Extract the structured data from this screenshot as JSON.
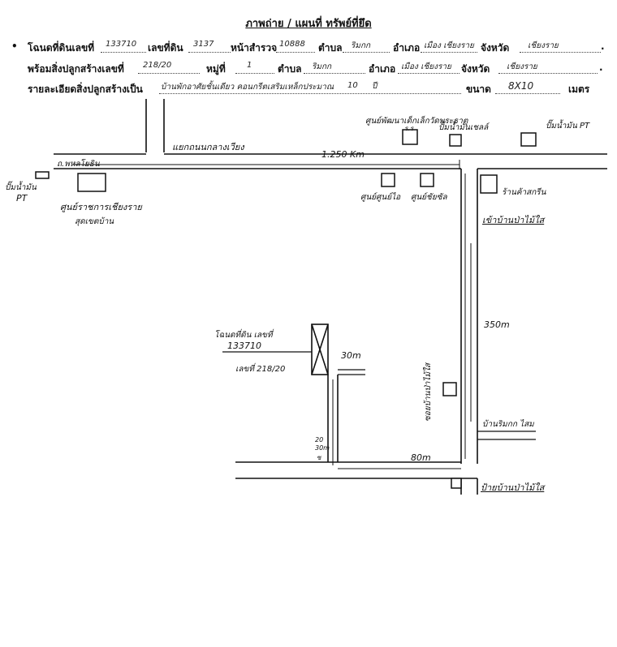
{
  "title": "ภาพถ่าย / แผนที่ ทรัพย์ที่ยึด",
  "form": {
    "bullet": "•",
    "line1": {
      "l_deed": "โฉนดที่ดินเลขที่",
      "v_deed": "133710",
      "l_land_no": "เลขที่ดิน",
      "v_land_no": "3137",
      "l_survey": "หน้าสำรวจ",
      "v_survey": "10888",
      "l_tambon": "ตำบล",
      "v_tambon": "ริมกก",
      "l_amphoe": "อำเภอ",
      "v_amphoe": "เมือง เชียงราย",
      "l_changwat": "จังหวัด",
      "v_changwat": "เชียงราย",
      "end": "."
    },
    "line2": {
      "l_building": "พร้อมสิ่งปลูกสร้างเลขที่",
      "v_building": "218/20",
      "l_moo": "หมู่ที่",
      "v_moo": "1",
      "l_tambon": "ตำบล",
      "v_tambon": "ริมกก",
      "l_amphoe": "อำเภอ",
      "v_amphoe": "เมือง เชียงราย",
      "l_changwat": "จังหวัด",
      "v_changwat": "เชียงราย",
      "end": "."
    },
    "line3": {
      "l_detail": "รายละเอียดสิ่งปลูกสร้างเป็น",
      "v_detail": "บ้านพักอาศัยชั้นเดียว คอนกรีตเสริมเหล็กประมาณ",
      "v_age": "10",
      "v_age_unit": "ปี",
      "l_size": "ขนาด",
      "v_size": "8X10",
      "l_unit": "เมตร"
    }
  },
  "map": {
    "labels": {
      "kindergarten": "ศูนย์พัฒนาเด็กเล็กวัดพระธาตุ",
      "kindergarten2": "ร.ร",
      "gas_station_1": "ปั๊มน้ำมันเชลล์",
      "gas_station_pt_top": "ปั๊มน้ำมัน PT",
      "ring_road": "แยกถนนกลางเวียง",
      "distance_main": "1.250 Km",
      "road_name": "ถ.พหลโยธิน",
      "pt_left_1": "ปั๊มน้ำมัน",
      "pt_left_2": "PT",
      "hospital_1": "ศูนย์ราชการเชียงราย",
      "hospital_2": "สุดเขตบ้าน",
      "shop_1": "ศูนย์ศูนย์ไอ",
      "shop_2": "ศูนย์ชัยซัล",
      "shop_right": "ร้านค้าสกรีน",
      "village_1": "เข้าบ้านป่าไม้ใส",
      "dist_350": "350m",
      "deed_line_1": "โฉนดที่ดิน เลขที่",
      "deed_line_2": "133710",
      "deed_line_3": "เลขที่ 218/20",
      "dist_30": "30m",
      "road_side_label": "ซอยบ้านป่าไม้ใส",
      "dist_20a": "20",
      "dist_20b": "30m",
      "dist_20c": "ซ",
      "dist_80": "80m",
      "village_2": "บ้านริมกก ไสม",
      "village_3": "ป้ายบ้านป่าไม้ใส"
    }
  }
}
